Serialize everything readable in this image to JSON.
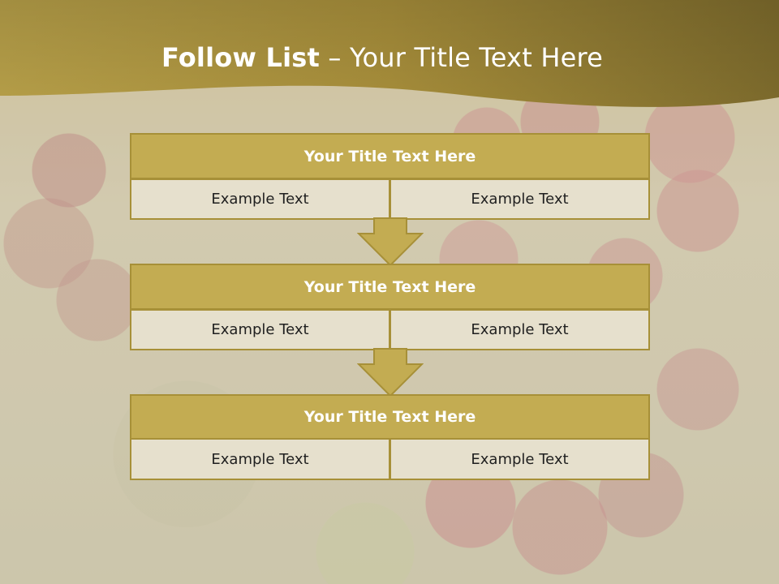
{
  "slide": {
    "title_bold": "Follow List",
    "title_rest": " – Your Title Text Here",
    "colors": {
      "header_band": "#a88f3a",
      "block_header": "#c3ac52",
      "block_border": "#a79038",
      "cell_bg": "#e6e0cd",
      "arrow_fill": "#c3ac52"
    },
    "blocks": [
      {
        "title": "Your Title Text Here",
        "left": "Example Text",
        "right": "Example Text"
      },
      {
        "title": "Your Title Text Here",
        "left": "Example Text",
        "right": "Example Text"
      },
      {
        "title": "Your Title Text Here",
        "left": "Example Text",
        "right": "Example Text"
      }
    ]
  }
}
